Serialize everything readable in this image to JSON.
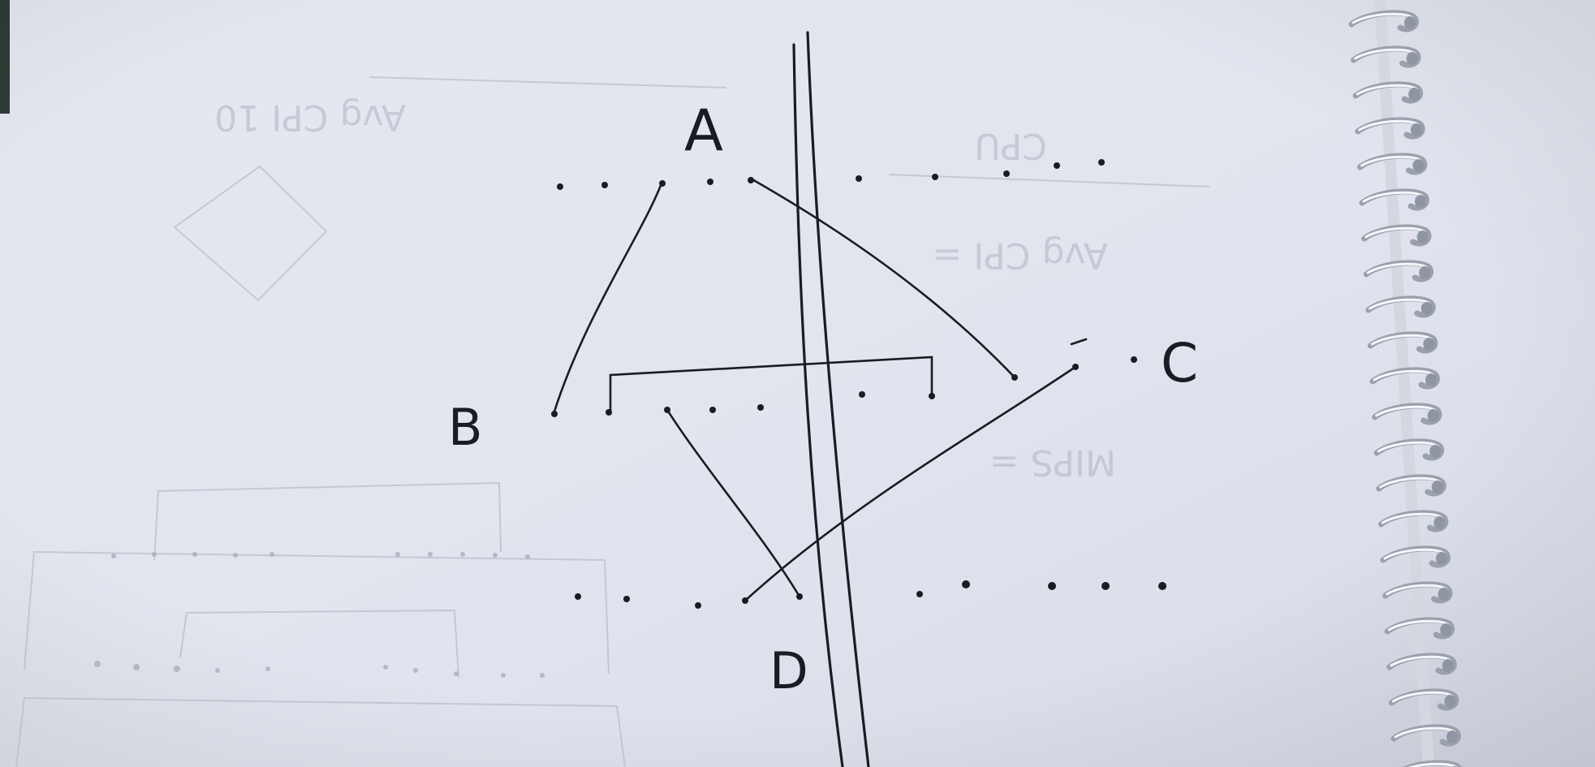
{
  "photo": {
    "subject": "notebook-sketch"
  },
  "labels": {
    "a": "A",
    "b": "B",
    "c": "C",
    "d": "D"
  },
  "show_through": {
    "ghost_1": "Avg CPI 10",
    "ghost_2": "CPU",
    "ghost_3": "Avg CPI =",
    "ghost_4": "MIPS ="
  },
  "colors": {
    "paper": "#e3e6ef",
    "paper_shadow": "#cfd3de",
    "ink": "#1b1b22",
    "spiral": "#c9ced8",
    "backdrop": "#3a4a42"
  }
}
